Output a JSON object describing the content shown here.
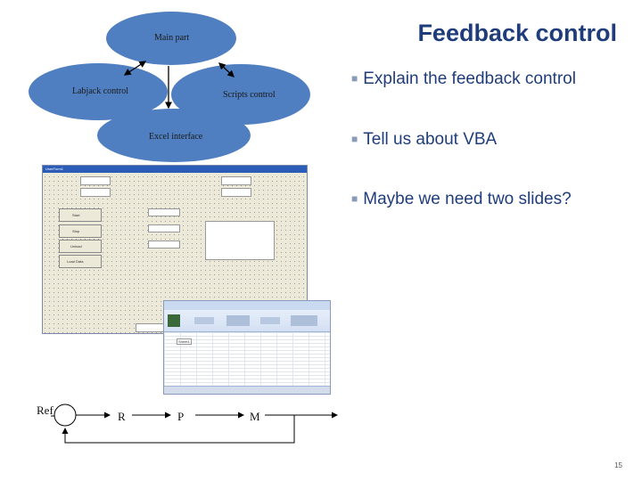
{
  "slide": {
    "title": "Feedback control",
    "bullets": [
      "Explain the feedback control",
      "Tell us about VBA",
      "Maybe we need two slides?"
    ],
    "page_number": "15"
  },
  "diagram": {
    "nodes": {
      "main": "Main part",
      "labjack": "Labjack control",
      "scripts": "Scripts control",
      "excel": "Excel interface"
    },
    "ellipse_color": "#4f7fc0"
  },
  "vba_form": {
    "caption": "UserForm1",
    "buttons": [
      "Start",
      "Stop",
      "Unload",
      "Load Data"
    ]
  },
  "excel_window": {
    "sheet_label": "Sheet1"
  },
  "feedback_loop": {
    "ref": "Ref",
    "blocks": [
      "R",
      "P",
      "M"
    ]
  },
  "colors": {
    "title": "#1f3d7a",
    "bullet_text": "#1f3d7a",
    "bullet_marker": "#8a9bb8"
  }
}
